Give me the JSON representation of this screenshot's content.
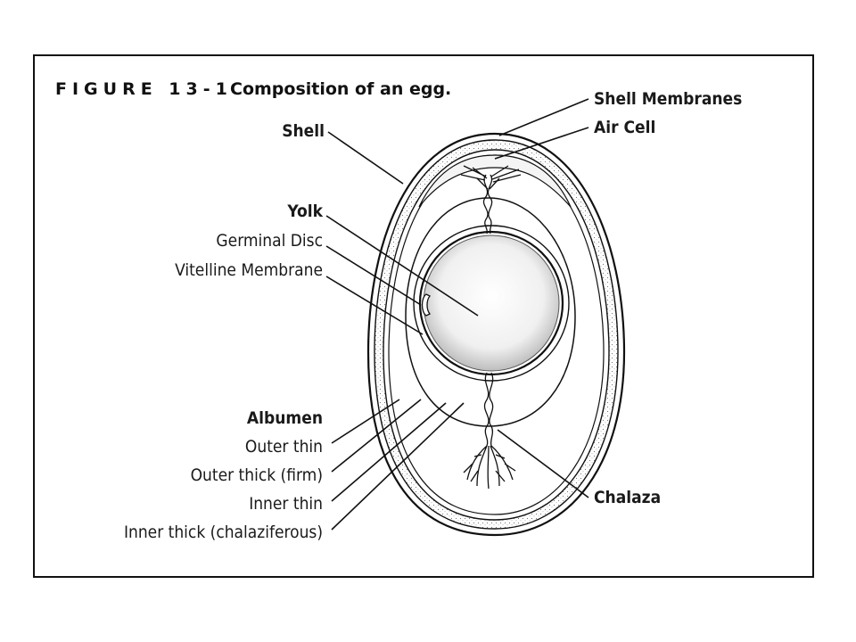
{
  "figure": {
    "number": "FIGURE 13-1",
    "caption": "Composition of an egg."
  },
  "labels": {
    "shell_membranes": "Shell Membranes",
    "air_cell": "Air Cell",
    "shell": "Shell",
    "yolk": "Yolk",
    "germinal_disc": "Germinal Disc",
    "vitelline_membrane": "Vitelline Membrane",
    "albumen": "Albumen",
    "outer_thin": "Outer thin",
    "outer_thick": "Outer thick (firm)",
    "inner_thin": "Inner thin",
    "inner_thick": "Inner thick (chalaziferous)",
    "chalaza": "Chalaza"
  }
}
